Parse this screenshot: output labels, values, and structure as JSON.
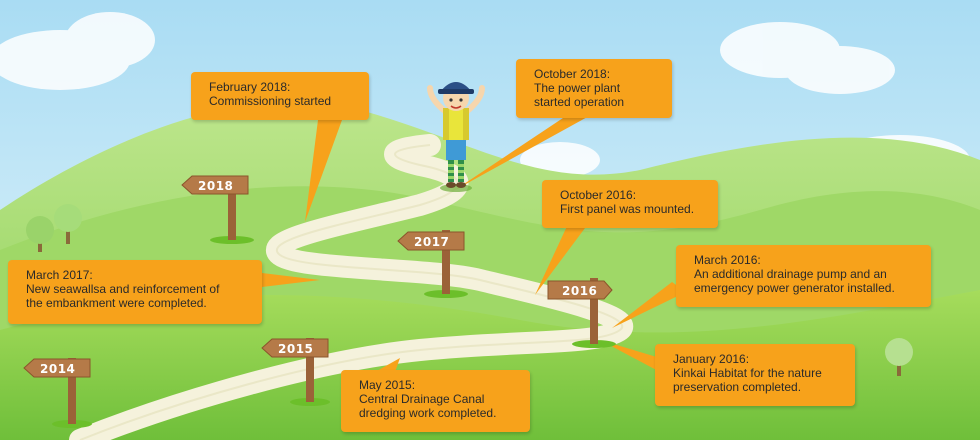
{
  "milestones": {
    "feb2018": {
      "date": "February 2018:",
      "text": "Commissioning started"
    },
    "oct2018": {
      "date": "October 2018:",
      "line1": "The power plant",
      "line2": "started operation"
    },
    "oct2016": {
      "date": "October 2016:",
      "text": "First panel was mounted."
    },
    "mar2016": {
      "date": "March 2016:",
      "line1": "An additional drainage pump and an",
      "line2": "emergency power generator installed."
    },
    "mar2017": {
      "date": "March 2017:",
      "line1": "New seawallsa and reinforcement of",
      "line2": "the embankment were completed."
    },
    "jan2016": {
      "date": "January 2016:",
      "line1": "Kinkai Habitat for the nature",
      "line2": "preservation completed."
    },
    "may2015": {
      "date": "May 2015:",
      "line1": "Central Drainage Canal",
      "line2": "dredging work completed."
    }
  },
  "signs": {
    "y2018": "2018",
    "y2017": "2017",
    "y2016": "2016",
    "y2015": "2015",
    "y2014": "2014"
  },
  "colors": {
    "sky": "#bfe6f7",
    "callout": "#f7a21b",
    "signpost": "#9b6238",
    "hill": "#8ccf4b",
    "path": "#f3f0d6"
  }
}
